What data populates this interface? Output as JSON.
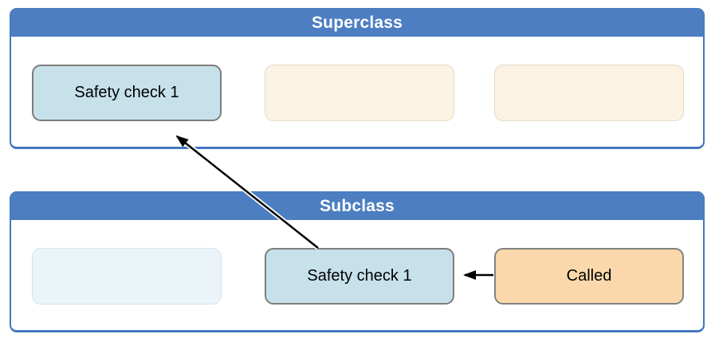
{
  "superclass": {
    "title": "Superclass",
    "boxes": [
      {
        "label": "Safety check 1",
        "style": "active-blue"
      },
      {
        "label": "",
        "style": "cream-placeholder"
      },
      {
        "label": "",
        "style": "cream-placeholder"
      }
    ]
  },
  "subclass": {
    "title": "Subclass",
    "boxes": [
      {
        "label": "",
        "style": "faint-blue-placeholder"
      },
      {
        "label": "Safety check 1",
        "style": "active-blue"
      },
      {
        "label": "Called",
        "style": "orange"
      }
    ]
  },
  "arrows": [
    {
      "name": "override-arrow",
      "from": "Subclass / Safety check 1",
      "to": "Superclass / Safety check 1",
      "direction": "up-left"
    },
    {
      "name": "call-arrow",
      "from": "Subclass / Called",
      "to": "Subclass / Safety check 1",
      "direction": "left"
    }
  ],
  "colors": {
    "header_blue": "#4c7ec1",
    "container_border_blue": "#4377be",
    "active_box_fill": "#c6e1ea",
    "active_box_border": "#7d7d7d",
    "cream_fill": "#fcf2e3",
    "cream_border": "#e3d9cb",
    "faint_blue_fill": "#eaf4f9",
    "faint_blue_border": "#d8e5eb",
    "orange_fill": "#fad8ab",
    "orange_border": "#828282",
    "arrow_color": "#000000",
    "arrow_casing": "#ffffff",
    "title_text": "#ffffff",
    "box_text": "#000000"
  }
}
